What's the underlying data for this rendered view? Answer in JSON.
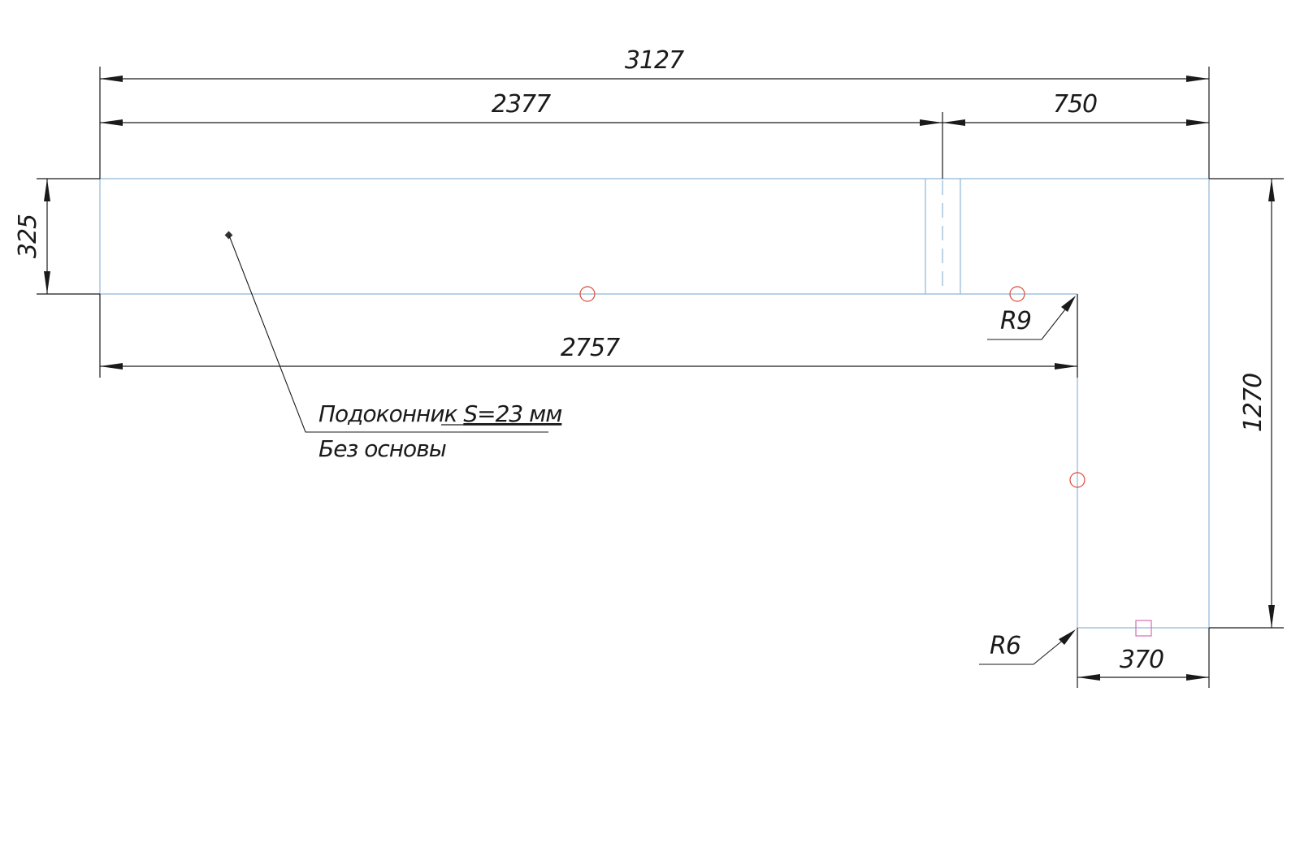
{
  "dimensions": {
    "overall_width": "3127",
    "left_segment": "2377",
    "right_segment": "750",
    "left_depth": "325",
    "inner_length": "2757",
    "right_depth": "1270",
    "bottom_width": "370"
  },
  "radii": {
    "inner_corner": "R9",
    "bottom_corner": "R6"
  },
  "note": {
    "line1_prefix": "Подоконник ",
    "line1_spec": "S=23 мм",
    "line2": "Без основы"
  },
  "colors": {
    "outline": "#8fb6d8",
    "dimension": "#1a1a1a",
    "marker_circle": "#e0483a",
    "marker_square": "#d66fb4"
  }
}
